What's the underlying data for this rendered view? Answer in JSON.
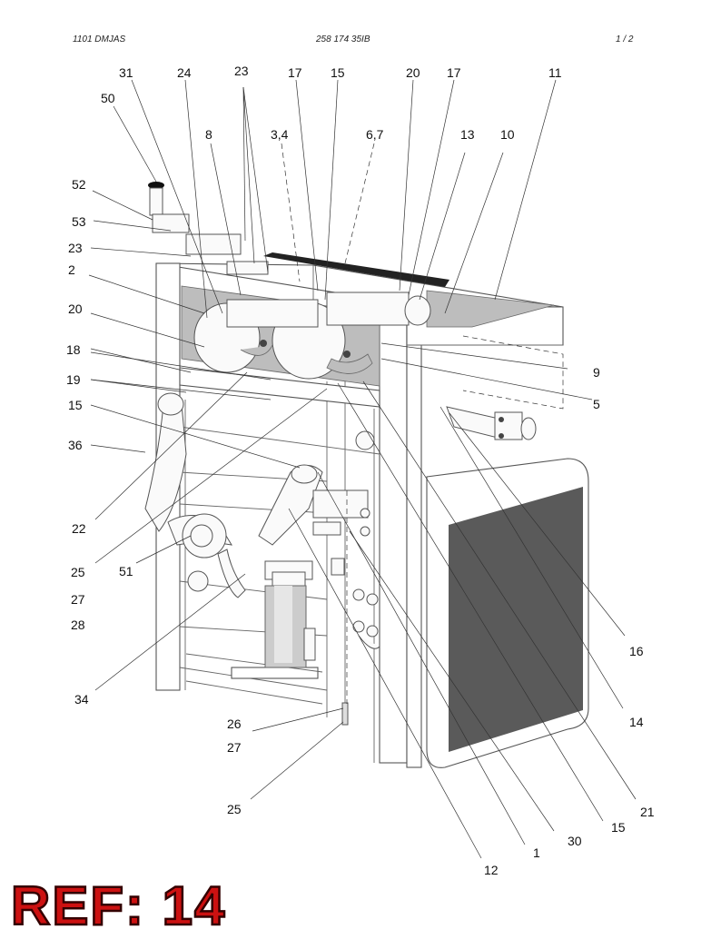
{
  "header": {
    "doc_id": "1101 DMJAS",
    "part_no": "258 174 35IB",
    "page": "1 /   2"
  },
  "ref_label": "REF: 14",
  "callouts": [
    {
      "id": "c31",
      "text": "31"
    },
    {
      "id": "c24",
      "text": "24"
    },
    {
      "id": "c23a",
      "text": "23"
    },
    {
      "id": "c17a",
      "text": "17"
    },
    {
      "id": "c15a",
      "text": "15"
    },
    {
      "id": "c20a",
      "text": "20"
    },
    {
      "id": "c17b",
      "text": "17"
    },
    {
      "id": "c11",
      "text": "11"
    },
    {
      "id": "c50",
      "text": "50"
    },
    {
      "id": "c8",
      "text": "8"
    },
    {
      "id": "c34top",
      "text": "3,4"
    },
    {
      "id": "c67",
      "text": "6,7"
    },
    {
      "id": "c13",
      "text": "13"
    },
    {
      "id": "c10",
      "text": "10"
    },
    {
      "id": "c52",
      "text": "52"
    },
    {
      "id": "c53",
      "text": "53"
    },
    {
      "id": "c23b",
      "text": "23"
    },
    {
      "id": "c2",
      "text": "2"
    },
    {
      "id": "c20b",
      "text": "20"
    },
    {
      "id": "c18",
      "text": "18"
    },
    {
      "id": "c19",
      "text": "19"
    },
    {
      "id": "c15b",
      "text": "15"
    },
    {
      "id": "c36",
      "text": "36"
    },
    {
      "id": "c22",
      "text": "22"
    },
    {
      "id": "c25a",
      "text": "25"
    },
    {
      "id": "c51",
      "text": "51"
    },
    {
      "id": "c27a",
      "text": "27"
    },
    {
      "id": "c28",
      "text": "28"
    },
    {
      "id": "c34",
      "text": "34"
    },
    {
      "id": "c9",
      "text": "9"
    },
    {
      "id": "c5",
      "text": "5"
    },
    {
      "id": "c16",
      "text": "16"
    },
    {
      "id": "c14",
      "text": "14"
    },
    {
      "id": "c26",
      "text": "26"
    },
    {
      "id": "c27b",
      "text": "27"
    },
    {
      "id": "c25b",
      "text": "25"
    },
    {
      "id": "c21",
      "text": "21"
    },
    {
      "id": "c15c",
      "text": "15"
    },
    {
      "id": "c30",
      "text": "30"
    },
    {
      "id": "c1",
      "text": "1"
    },
    {
      "id": "c12",
      "text": "12"
    }
  ]
}
